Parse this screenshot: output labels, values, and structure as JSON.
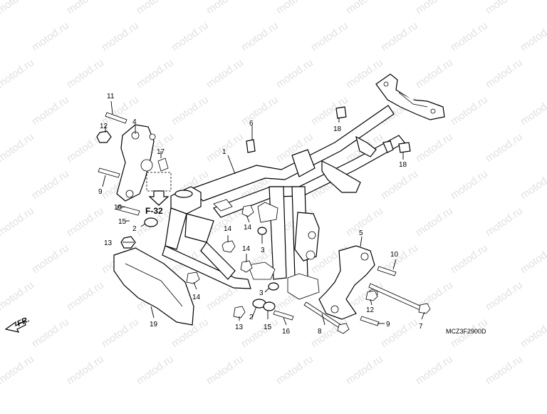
{
  "diagram": {
    "drawing_code": "MCZ3F2900D",
    "reference_label": "F-32",
    "direction_label": "FR.",
    "watermark_text": "motod.ru",
    "callouts": [
      "1",
      "2",
      "2",
      "3",
      "3",
      "4",
      "5",
      "6",
      "7",
      "8",
      "9",
      "9",
      "10",
      "11",
      "12",
      "12",
      "13",
      "13",
      "14",
      "14",
      "14",
      "14",
      "15",
      "15",
      "16",
      "16",
      "17",
      "18",
      "18",
      "19"
    ]
  }
}
